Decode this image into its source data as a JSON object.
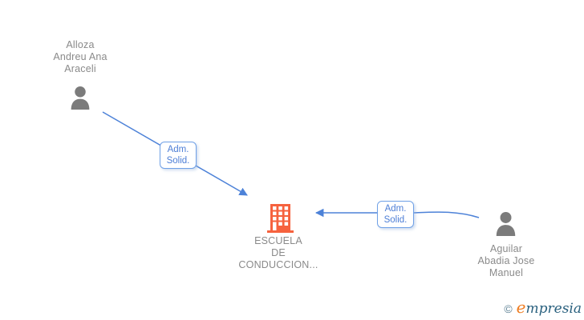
{
  "diagram": {
    "nodes": [
      {
        "id": "person-1",
        "type": "person",
        "label": "Alloza Andreu Ana Araceli",
        "label_lines": [
          "Alloza",
          "Andreu Ana",
          "Araceli"
        ]
      },
      {
        "id": "company-1",
        "type": "company",
        "label": "ESCUELA DE CONDUCCION...",
        "label_lines": [
          "ESCUELA",
          "DE",
          "CONDUCCION..."
        ]
      },
      {
        "id": "person-2",
        "type": "person",
        "label": "Aguilar Abadia Jose Manuel",
        "label_lines": [
          "Aguilar",
          "Abadia Jose",
          "Manuel"
        ]
      }
    ],
    "edges": [
      {
        "from": "person-1",
        "to": "company-1",
        "label": "Adm. Solid.",
        "label_lines": [
          "Adm.",
          "Solid."
        ]
      },
      {
        "from": "person-2",
        "to": "company-1",
        "label": "Adm. Solid.",
        "label_lines": [
          "Adm.",
          "Solid."
        ]
      }
    ]
  },
  "colors": {
    "edge_blue": "#4d82d8",
    "edge_label_text": "#4d7ed6",
    "edge_label_border": "#6fa0e6",
    "node_label_gray": "#8a8a8a",
    "person_icon_gray": "#7b7b7b",
    "company_icon_orange": "#f6623e",
    "logo_copyright": "#5b7f93",
    "logo_initial_orange": "#ef7d22",
    "logo_text_teal": "#29607e"
  },
  "footer": {
    "copyright": "©",
    "brand_initial": "e",
    "brand_rest": "mpresia"
  }
}
